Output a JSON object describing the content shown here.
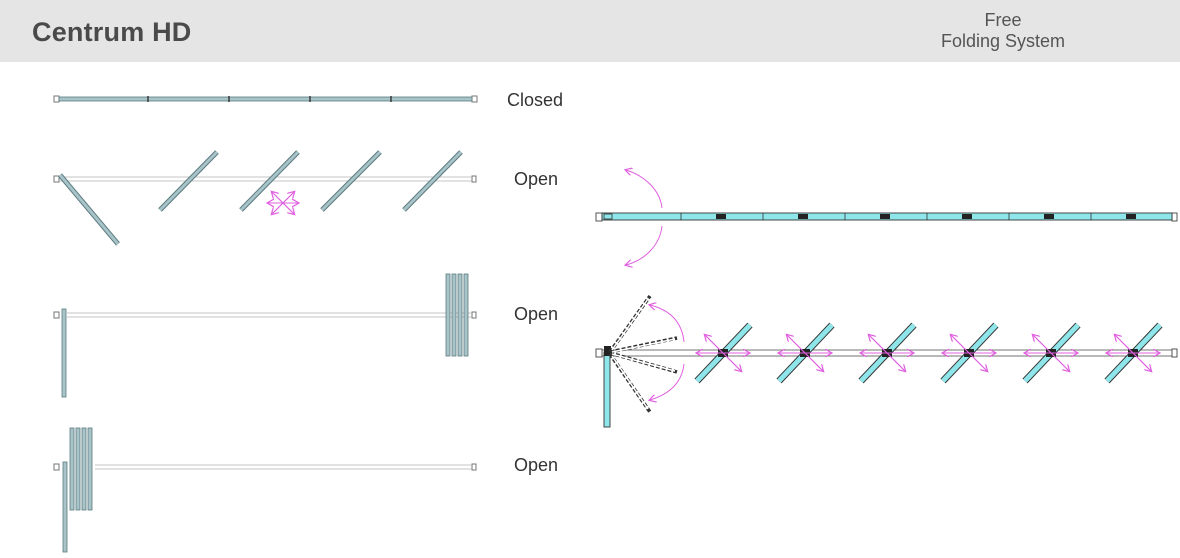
{
  "header": {
    "title": "Centrum HD",
    "subtitle_line1": "Free",
    "subtitle_line2": "Folding System"
  },
  "states": [
    {
      "label": "Closed"
    },
    {
      "label": "Open"
    },
    {
      "label": "Open"
    },
    {
      "label": "Open"
    }
  ],
  "colors": {
    "header_bg": "#e5e5e5",
    "panel_fill": "#a8c4c8",
    "panel_stroke": "#5a7a80",
    "panel_cyan": "#8ee6ea",
    "arrow_magenta": "#e060e0",
    "track": "#b0b0b0"
  },
  "icons": [
    "rotate-arrow-icon",
    "move-cross-icon"
  ]
}
